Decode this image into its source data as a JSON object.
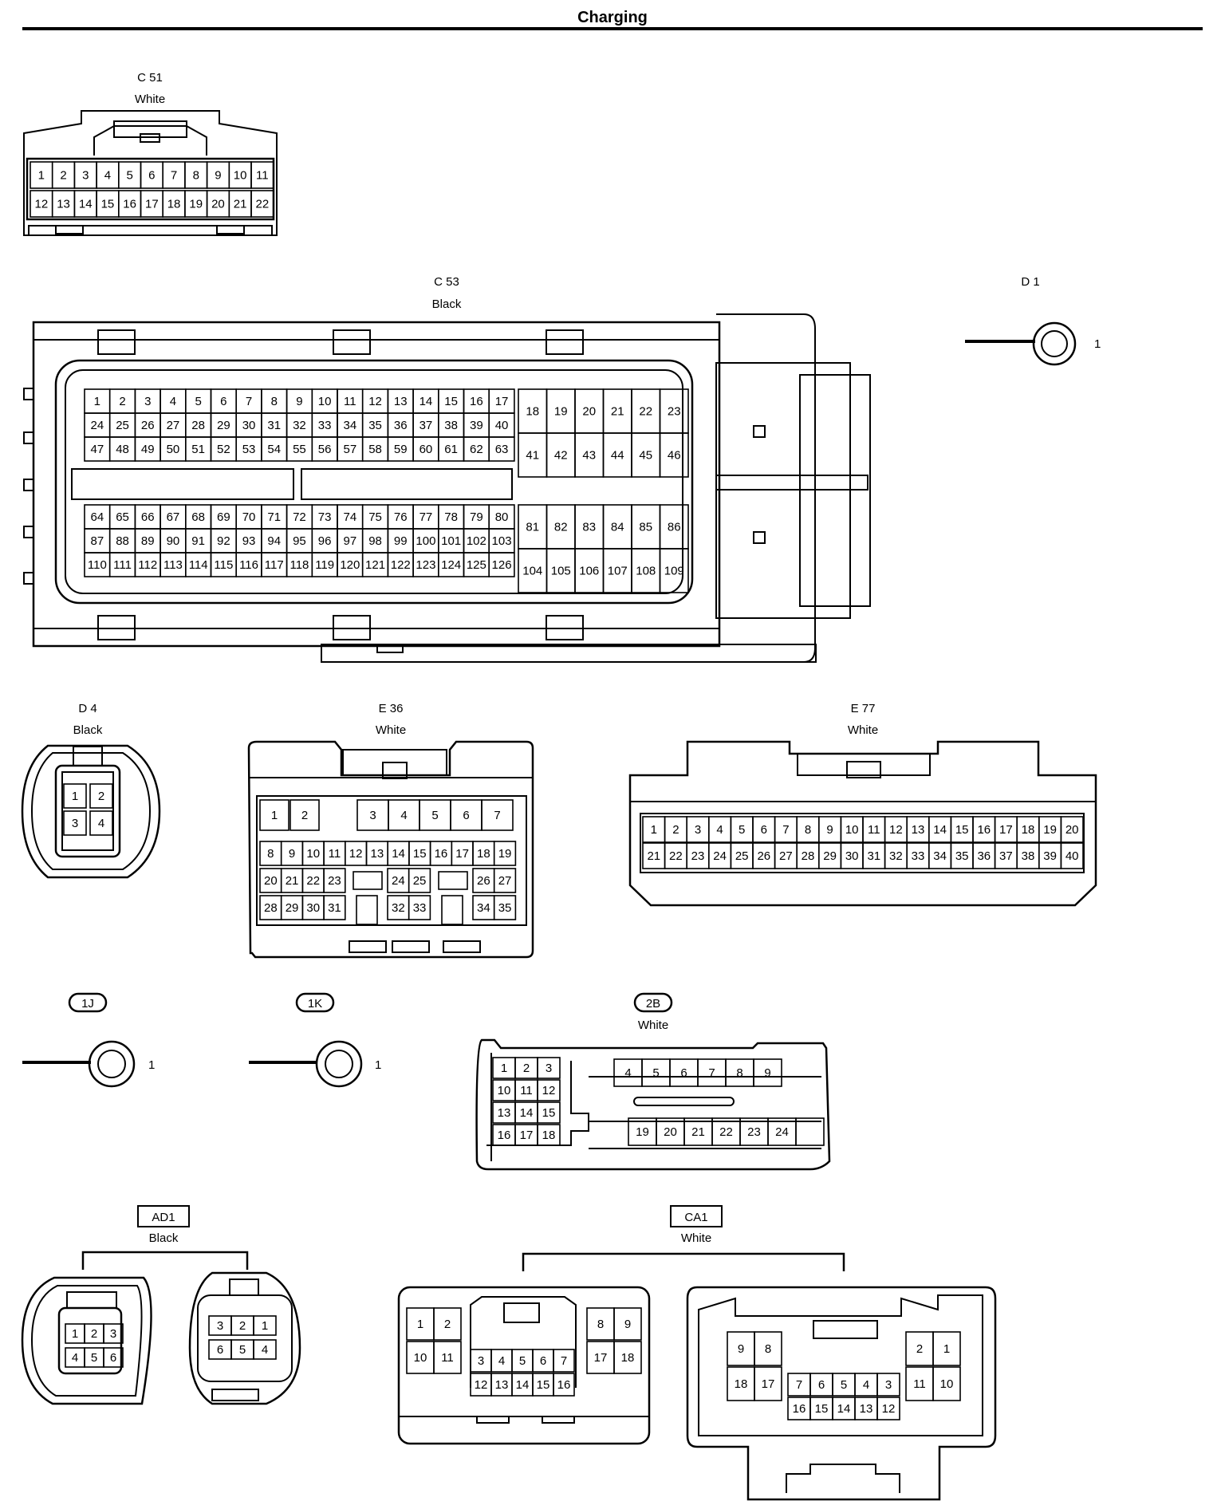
{
  "page": {
    "title": "Charging"
  },
  "connectors": {
    "c51": {
      "id": "C 51",
      "color": "White"
    },
    "c53": {
      "id": "C 53",
      "color": "Black"
    },
    "d1": {
      "id": "D 1",
      "pin": "1"
    },
    "d4": {
      "id": "D 4",
      "color": "Black"
    },
    "e36": {
      "id": "E 36",
      "color": "White"
    },
    "e77": {
      "id": "E 77",
      "color": "White"
    },
    "j1": {
      "id": "1J",
      "pin": "1"
    },
    "k1": {
      "id": "1K",
      "pin": "1"
    },
    "b2": {
      "id": "2B",
      "color": "White"
    },
    "ad1": {
      "id": "AD1",
      "color": "Black"
    },
    "ca1": {
      "id": "CA1",
      "color": "White"
    }
  }
}
